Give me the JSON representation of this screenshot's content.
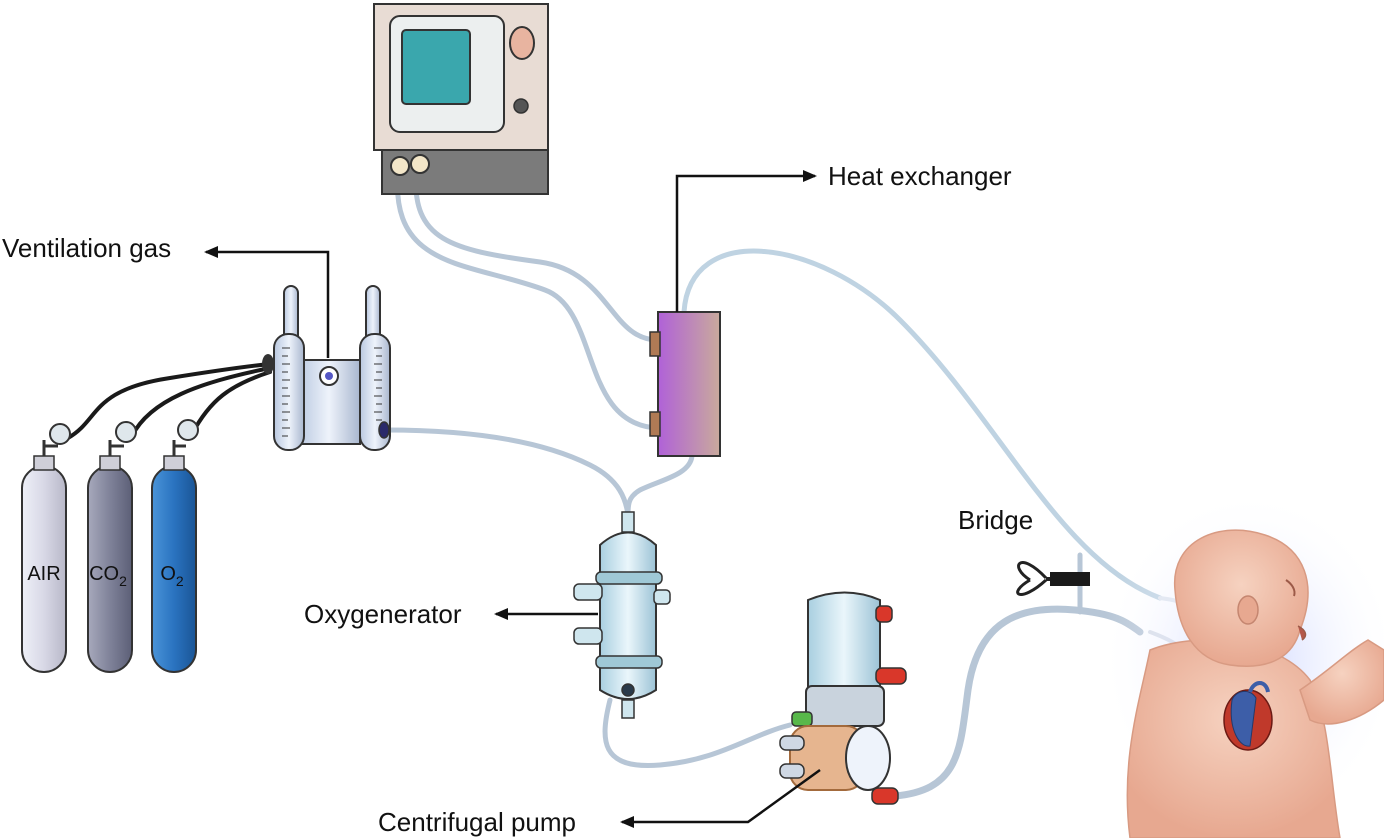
{
  "labels": {
    "heat_exchanger": "Heat exchanger",
    "ventilation_gas": "Ventilation gas",
    "oxygenerator": "Oxygenerator",
    "bridge": "Bridge",
    "centrifugal_pump": "Centrifugal pump"
  },
  "cylinders": [
    {
      "main": "AIR",
      "sub": ""
    },
    {
      "main": "CO",
      "sub": "2"
    },
    {
      "main": "O",
      "sub": "2"
    }
  ],
  "colors": {
    "console_body": "#e8dcd4",
    "console_screen": "#3aa7ad",
    "heat_exchanger_gradient_start": "#b061d8",
    "heat_exchanger_gradient_end": "#c9aa9c",
    "air_cylinder": "#d8d8e6",
    "co2_cylinder": "#7f8299",
    "o2_cylinder": "#2a73c0",
    "tubing": "#b7c6d6",
    "connector_red": "#d9372a",
    "connector_green": "#58b84a"
  }
}
